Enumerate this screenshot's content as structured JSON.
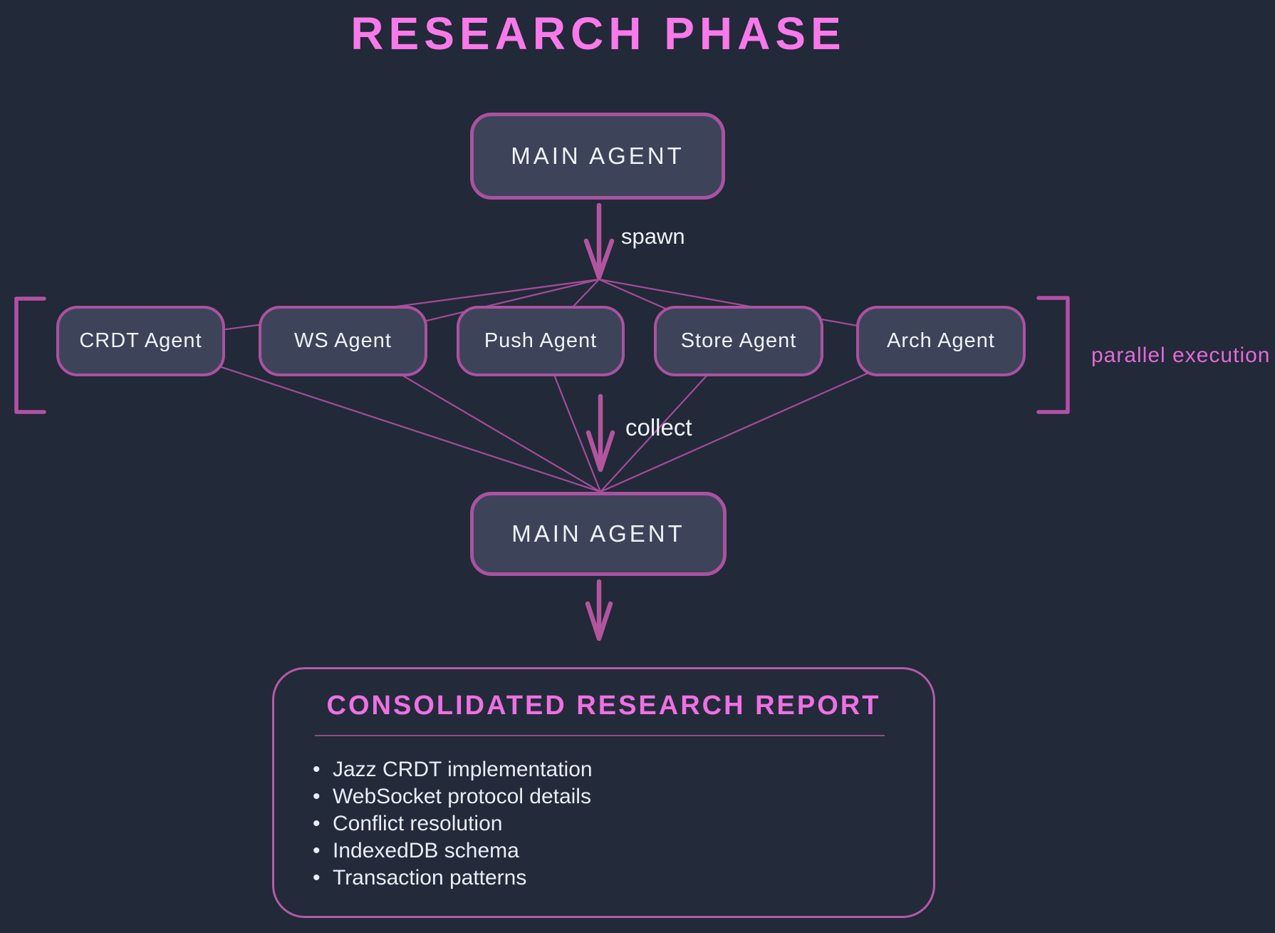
{
  "diagram": {
    "title": "RESEARCH PHASE",
    "nodes": {
      "main_agent_top": "MAIN AGENT",
      "main_agent_bottom": "MAIN AGENT",
      "agents": [
        {
          "label": "CRDT Agent"
        },
        {
          "label": "WS Agent"
        },
        {
          "label": "Push Agent"
        },
        {
          "label": "Store Agent"
        },
        {
          "label": "Arch Agent"
        }
      ]
    },
    "edges": {
      "spawn_label": "spawn",
      "collect_label": "collect"
    },
    "annotations": {
      "parallel_execution": "parallel execution"
    },
    "report": {
      "title": "CONSOLIDATED RESEARCH REPORT",
      "items": [
        "Jazz CRDT implementation",
        "WebSocket protocol details",
        "Conflict resolution",
        "IndexedDB schema",
        "Transaction patterns"
      ]
    },
    "colors": {
      "background": "#222938",
      "node_fill": "#3d4459",
      "node_border": "#aa52a0",
      "connector": "#a14c99",
      "arrow": "#b2559f",
      "bracket": "#b351a4",
      "title_pink": "#f879e9",
      "annotation_pink": "#e26bd6",
      "report_title_pink": "#ef70e2",
      "report_border": "#b55aa8",
      "divider": "#8f4d89",
      "text_light": "#eef2f9"
    }
  }
}
